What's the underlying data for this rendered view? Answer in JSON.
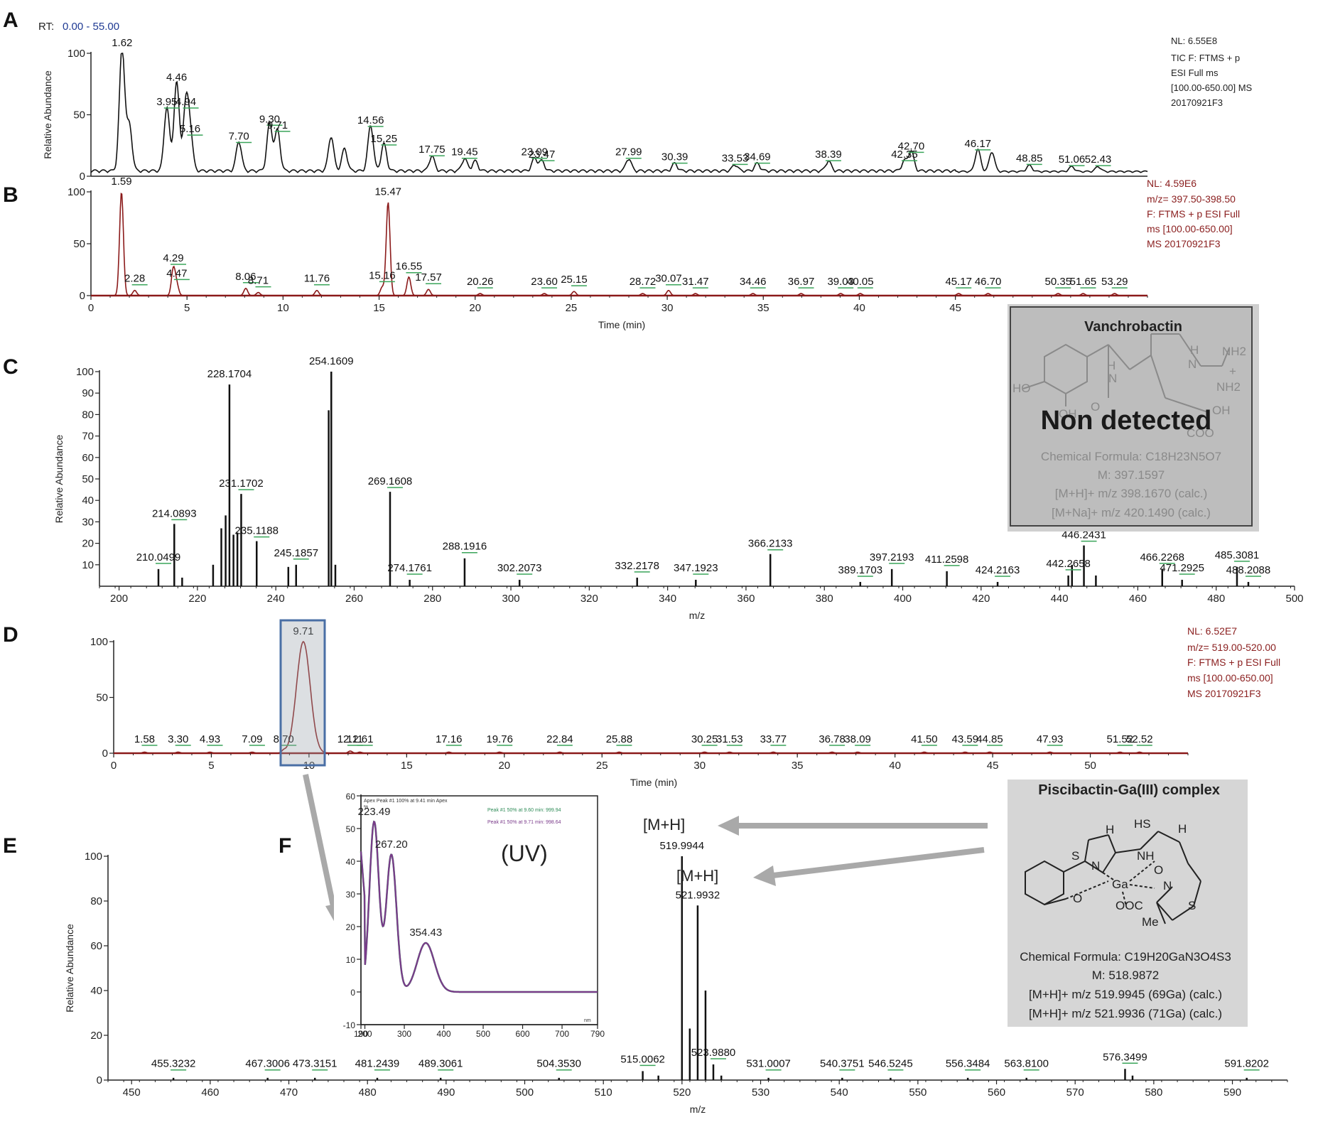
{
  "panels": {
    "A": {
      "letter": "A",
      "rt_prefix": "RT:",
      "rt_value": "0.00 - 55.00",
      "info": [
        "NL: 6.55E8",
        "TIC F: FTMS + p",
        "ESI Full ms",
        "[100.00-650.00] MS",
        "20170921F3"
      ]
    },
    "B": {
      "letter": "B",
      "info": [
        "NL: 4.59E6",
        "m/z= 397.50-398.50",
        "F: FTMS + p ESI Full",
        "ms [100.00-650.00]",
        "MS 20170921F3"
      ]
    },
    "C": {
      "letter": "C"
    },
    "D": {
      "letter": "D",
      "info": [
        "NL: 6.52E7",
        "m/z= 519.00-520.00",
        "F: FTMS + p ESI Full",
        "ms [100.00-650.00]",
        "MS 20170921F3"
      ]
    },
    "E": {
      "letter": "E"
    },
    "F": {
      "letter": "F"
    }
  },
  "vanchrobactin_box": {
    "title": "Vanchrobactin",
    "status": "Non detected",
    "formula": "Chemical Formula: C18H23N5O7",
    "mass": "M: 397.1597",
    "mh": "[M+H]+ m/z 398.1670 (calc.)",
    "mna": "[M+Na]+ m/z 420.1490 (calc.)",
    "atoms": [
      "HO",
      "OH",
      "O",
      "H",
      "N",
      "H",
      "N",
      "NH2",
      "NH2",
      "+",
      "OH",
      "COO"
    ]
  },
  "piscibactin_box": {
    "title": "Piscibactin-Ga(III) complex",
    "formula": "Chemical Formula: C19H20GaN3O4S3",
    "mass": "M: 518.9872",
    "mh69": "[M+H]+ m/z 519.9945 (69Ga) (calc.)",
    "mh71": "[M+H]+ m/z 521.9936 (71Ga) (calc.)",
    "atoms": [
      "S",
      "H",
      "HS",
      "H",
      "N",
      "NH",
      "Ga",
      "O",
      "N",
      "O",
      "OOC",
      "S",
      "Me"
    ]
  },
  "annotations": {
    "mh1": "[M+H]",
    "mh2": "[M+H]",
    "uv": "(UV)"
  },
  "uv_inset": {
    "header": "Apex Peak #1 100% at 9.41 min   Apex",
    "legend": [
      "Peak #1 50% at 9.60 min: 999.94",
      "Peak #1 50% at 9.71 min: 998.64"
    ],
    "y_unit": "%",
    "x_unit": "nm"
  },
  "chart_data": [
    {
      "panel": "A",
      "type": "line",
      "ylabel": "Relative Abundance",
      "xlabel": "",
      "xlim": [
        0,
        55
      ],
      "ylim": [
        0,
        100
      ],
      "yticks": [
        0,
        50,
        100
      ],
      "color": "#111111",
      "peaks": [
        {
          "x": 1.62,
          "y": 100,
          "label": "1.62"
        },
        {
          "x": 2.0,
          "y": 37,
          "label": ""
        },
        {
          "x": 3.95,
          "y": 52,
          "label": "3.95"
        },
        {
          "x": 4.46,
          "y": 72,
          "label": "4.46"
        },
        {
          "x": 4.94,
          "y": 52,
          "label": "4.94"
        },
        {
          "x": 5.16,
          "y": 30,
          "label": "5.16"
        },
        {
          "x": 7.7,
          "y": 24,
          "label": "7.70"
        },
        {
          "x": 9.3,
          "y": 38,
          "label": "9.30"
        },
        {
          "x": 9.71,
          "y": 33,
          "label": "9.71"
        },
        {
          "x": 12.5,
          "y": 28,
          "label": ""
        },
        {
          "x": 13.2,
          "y": 18,
          "label": ""
        },
        {
          "x": 14.56,
          "y": 37,
          "label": "14.56"
        },
        {
          "x": 15.25,
          "y": 22,
          "label": "15.25"
        },
        {
          "x": 17.75,
          "y": 12,
          "label": "17.75"
        },
        {
          "x": 19.45,
          "y": 10,
          "label": "19.45"
        },
        {
          "x": 20.0,
          "y": 8,
          "label": ""
        },
        {
          "x": 23.09,
          "y": 10,
          "label": "23.09"
        },
        {
          "x": 23.47,
          "y": 8,
          "label": "23.47"
        },
        {
          "x": 27.99,
          "y": 10,
          "label": "27.99"
        },
        {
          "x": 30.39,
          "y": 6,
          "label": "30.39"
        },
        {
          "x": 33.53,
          "y": 5,
          "label": "33.53"
        },
        {
          "x": 34.69,
          "y": 6,
          "label": "34.69"
        },
        {
          "x": 38.39,
          "y": 8,
          "label": "38.39"
        },
        {
          "x": 42.35,
          "y": 8,
          "label": "42.35"
        },
        {
          "x": 42.7,
          "y": 16,
          "label": "42.70"
        },
        {
          "x": 46.17,
          "y": 18,
          "label": "46.17"
        },
        {
          "x": 46.9,
          "y": 16,
          "label": ""
        },
        {
          "x": 48.85,
          "y": 5,
          "label": "48.85"
        },
        {
          "x": 51.06,
          "y": 4,
          "label": "51.06"
        },
        {
          "x": 52.43,
          "y": 4,
          "label": "52.43"
        }
      ]
    },
    {
      "panel": "B",
      "type": "line",
      "ylabel": "",
      "xlabel": "Time (min)",
      "xlim": [
        0,
        55
      ],
      "ylim": [
        0,
        100
      ],
      "yticks": [
        0,
        50,
        100
      ],
      "xticks": [
        0,
        5,
        10,
        15,
        20,
        25,
        30,
        35,
        40,
        45
      ],
      "color": "#8b1a1a",
      "peaks": [
        {
          "x": 1.59,
          "y": 100,
          "label": "1.59"
        },
        {
          "x": 2.28,
          "y": 5,
          "label": "2.28"
        },
        {
          "x": 4.29,
          "y": 26,
          "label": "4.29"
        },
        {
          "x": 4.47,
          "y": 10,
          "label": "4.47"
        },
        {
          "x": 8.06,
          "y": 7,
          "label": "8.06"
        },
        {
          "x": 8.71,
          "y": 3,
          "label": "8.71"
        },
        {
          "x": 11.76,
          "y": 5,
          "label": "11.76"
        },
        {
          "x": 15.16,
          "y": 8,
          "label": "15.16"
        },
        {
          "x": 15.47,
          "y": 90,
          "label": "15.47"
        },
        {
          "x": 16.55,
          "y": 18,
          "label": "16.55"
        },
        {
          "x": 17.57,
          "y": 6,
          "label": "17.57"
        },
        {
          "x": 20.26,
          "y": 2,
          "label": "20.26"
        },
        {
          "x": 23.6,
          "y": 2,
          "label": "23.60"
        },
        {
          "x": 25.15,
          "y": 4,
          "label": "25.15"
        },
        {
          "x": 28.72,
          "y": 2,
          "label": "28.72"
        },
        {
          "x": 30.07,
          "y": 5,
          "label": "30.07"
        },
        {
          "x": 31.47,
          "y": 2,
          "label": "31.47"
        },
        {
          "x": 34.46,
          "y": 2,
          "label": "34.46"
        },
        {
          "x": 36.97,
          "y": 2,
          "label": "36.97"
        },
        {
          "x": 39.03,
          "y": 2,
          "label": "39.03"
        },
        {
          "x": 40.05,
          "y": 2,
          "label": "40.05"
        },
        {
          "x": 45.17,
          "y": 2,
          "label": "45.17"
        },
        {
          "x": 46.7,
          "y": 2,
          "label": "46.70"
        },
        {
          "x": 50.35,
          "y": 2,
          "label": "50.35"
        },
        {
          "x": 51.65,
          "y": 2,
          "label": "51.65"
        },
        {
          "x": 53.29,
          "y": 2,
          "label": "53.29"
        }
      ]
    },
    {
      "panel": "C",
      "type": "bar",
      "ylabel": "Relative Abundance",
      "xlabel": "m/z",
      "xlim": [
        195,
        500
      ],
      "ylim": [
        0,
        100
      ],
      "yticks": [
        10,
        20,
        30,
        40,
        50,
        60,
        70,
        80,
        90,
        100
      ],
      "xticks": [
        200,
        220,
        240,
        260,
        280,
        300,
        320,
        340,
        360,
        380,
        400,
        420,
        440,
        460,
        480,
        500
      ],
      "peaks": [
        {
          "x": 210.0499,
          "y": 8,
          "label": "210.0499"
        },
        {
          "x": 214.0893,
          "y": 29,
          "label": "214.0893"
        },
        {
          "x": 216.1,
          "y": 4,
          "label": ""
        },
        {
          "x": 224.0,
          "y": 10,
          "label": ""
        },
        {
          "x": 226.1,
          "y": 27,
          "label": ""
        },
        {
          "x": 227.2,
          "y": 33,
          "label": ""
        },
        {
          "x": 228.1704,
          "y": 94,
          "label": "228.1704"
        },
        {
          "x": 229.2,
          "y": 24,
          "label": ""
        },
        {
          "x": 230.2,
          "y": 25,
          "label": ""
        },
        {
          "x": 231.1702,
          "y": 43,
          "label": "231.1702"
        },
        {
          "x": 235.1188,
          "y": 21,
          "label": "235.1188"
        },
        {
          "x": 243.2,
          "y": 9,
          "label": ""
        },
        {
          "x": 245.1857,
          "y": 10,
          "label": "245.1857"
        },
        {
          "x": 253.5,
          "y": 82,
          "label": ""
        },
        {
          "x": 254.1609,
          "y": 100,
          "label": "254.1609"
        },
        {
          "x": 255.2,
          "y": 10,
          "label": ""
        },
        {
          "x": 269.1608,
          "y": 44,
          "label": "269.1608"
        },
        {
          "x": 274.1761,
          "y": 3,
          "label": "274.1761"
        },
        {
          "x": 288.1916,
          "y": 13,
          "label": "288.1916"
        },
        {
          "x": 302.2073,
          "y": 3,
          "label": "302.2073"
        },
        {
          "x": 332.2178,
          "y": 4,
          "label": "332.2178"
        },
        {
          "x": 347.1923,
          "y": 3,
          "label": "347.1923"
        },
        {
          "x": 366.2133,
          "y": 15,
          "label": "366.2133"
        },
        {
          "x": 389.1703,
          "y": 2,
          "label": "389.1703"
        },
        {
          "x": 397.2193,
          "y": 8,
          "label": "397.2193"
        },
        {
          "x": 411.2598,
          "y": 7,
          "label": "411.2598"
        },
        {
          "x": 424.2163,
          "y": 2,
          "label": "424.2163"
        },
        {
          "x": 442.2658,
          "y": 5,
          "label": "442.2658"
        },
        {
          "x": 443.2,
          "y": 10,
          "label": ""
        },
        {
          "x": 446.2431,
          "y": 19,
          "label": "446.2431"
        },
        {
          "x": 449.3,
          "y": 5,
          "label": ""
        },
        {
          "x": 466.2268,
          "y": 8,
          "label": "466.2268"
        },
        {
          "x": 471.2925,
          "y": 3,
          "label": "471.2925"
        },
        {
          "x": 485.3081,
          "y": 9,
          "label": "485.3081"
        },
        {
          "x": 488.2088,
          "y": 2,
          "label": "488.2088"
        }
      ]
    },
    {
      "panel": "D",
      "type": "line",
      "ylabel": "",
      "xlabel": "Time (min)",
      "xlim": [
        0,
        55
      ],
      "ylim": [
        0,
        100
      ],
      "yticks": [
        0,
        50,
        100
      ],
      "xticks": [
        0,
        5,
        10,
        15,
        20,
        25,
        30,
        35,
        40,
        45,
        50
      ],
      "color": "#8b1a1a",
      "peaks": [
        {
          "x": 1.58,
          "y": 1,
          "label": "1.58"
        },
        {
          "x": 3.3,
          "y": 1,
          "label": "3.30"
        },
        {
          "x": 4.93,
          "y": 1,
          "label": "4.93"
        },
        {
          "x": 7.09,
          "y": 1,
          "label": "7.09"
        },
        {
          "x": 8.7,
          "y": 2,
          "label": "8.70"
        },
        {
          "x": 9.71,
          "y": 100,
          "label": "9.71"
        },
        {
          "x": 12.11,
          "y": 2,
          "label": "12.11"
        },
        {
          "x": 12.61,
          "y": 1,
          "label": "12.61"
        },
        {
          "x": 17.16,
          "y": 1,
          "label": "17.16"
        },
        {
          "x": 19.76,
          "y": 1,
          "label": "19.76"
        },
        {
          "x": 22.84,
          "y": 1,
          "label": "22.84"
        },
        {
          "x": 25.88,
          "y": 1,
          "label": "25.88"
        },
        {
          "x": 30.25,
          "y": 1,
          "label": "30.25"
        },
        {
          "x": 31.53,
          "y": 1,
          "label": "31.53"
        },
        {
          "x": 33.77,
          "y": 1,
          "label": "33.77"
        },
        {
          "x": 36.78,
          "y": 1,
          "label": "36.78"
        },
        {
          "x": 38.09,
          "y": 1,
          "label": "38.09"
        },
        {
          "x": 41.5,
          "y": 1,
          "label": "41.50"
        },
        {
          "x": 43.59,
          "y": 1,
          "label": "43.59"
        },
        {
          "x": 44.85,
          "y": 1,
          "label": "44.85"
        },
        {
          "x": 47.93,
          "y": 1,
          "label": "47.93"
        },
        {
          "x": 51.52,
          "y": 1,
          "label": "51.52"
        },
        {
          "x": 52.52,
          "y": 1,
          "label": "52.52"
        }
      ]
    },
    {
      "panel": "E",
      "type": "bar",
      "ylabel": "Relative Abundance",
      "xlabel": "m/z",
      "xlim": [
        447,
        597
      ],
      "ylim": [
        0,
        100
      ],
      "yticks": [
        0,
        20,
        40,
        60,
        80,
        100
      ],
      "xticks": [
        450,
        460,
        470,
        480,
        490,
        500,
        510,
        520,
        530,
        540,
        550,
        560,
        570,
        580,
        590
      ],
      "peaks": [
        {
          "x": 455.3232,
          "y": 1,
          "label": "455.3232"
        },
        {
          "x": 467.3006,
          "y": 1,
          "label": "467.3006"
        },
        {
          "x": 473.3151,
          "y": 1,
          "label": "473.3151"
        },
        {
          "x": 481.2439,
          "y": 1,
          "label": "481.2439"
        },
        {
          "x": 489.3061,
          "y": 1,
          "label": "489.3061"
        },
        {
          "x": 504.353,
          "y": 1,
          "label": "504.3530"
        },
        {
          "x": 515.0062,
          "y": 4,
          "label": "515.0062"
        },
        {
          "x": 517.0,
          "y": 2,
          "label": ""
        },
        {
          "x": 519.9944,
          "y": 100,
          "label": "519.9944"
        },
        {
          "x": 520.99,
          "y": 23,
          "label": ""
        },
        {
          "x": 521.9932,
          "y": 78,
          "label": "521.9932"
        },
        {
          "x": 522.99,
          "y": 40,
          "label": ""
        },
        {
          "x": 523.988,
          "y": 7,
          "label": "523.9880"
        },
        {
          "x": 525.0,
          "y": 2,
          "label": ""
        },
        {
          "x": 531.0007,
          "y": 1,
          "label": "531.0007"
        },
        {
          "x": 540.3751,
          "y": 1,
          "label": "540.3751"
        },
        {
          "x": 546.5245,
          "y": 1,
          "label": "546.5245"
        },
        {
          "x": 556.3484,
          "y": 1,
          "label": "556.3484"
        },
        {
          "x": 563.81,
          "y": 1,
          "label": "563.8100"
        },
        {
          "x": 576.3499,
          "y": 5,
          "label": "576.3499"
        },
        {
          "x": 577.3,
          "y": 2,
          "label": ""
        },
        {
          "x": 591.8202,
          "y": 1,
          "label": "591.8202"
        }
      ]
    },
    {
      "panel": "F",
      "type": "line",
      "ylabel": "",
      "xlabel": "",
      "xlim": [
        190,
        790
      ],
      "ylim": [
        -10,
        60
      ],
      "yticks": [
        -10,
        0,
        10,
        20,
        30,
        40,
        50,
        60
      ],
      "xticks": [
        190,
        200,
        300,
        400,
        500,
        600,
        700,
        790
      ],
      "color": "#7a3a8a",
      "peaks": [
        {
          "x": 223.49,
          "y": 52,
          "label": "223.49"
        },
        {
          "x": 267.2,
          "y": 42,
          "label": "267.20"
        },
        {
          "x": 354.43,
          "y": 15,
          "label": "354.43"
        }
      ]
    }
  ]
}
